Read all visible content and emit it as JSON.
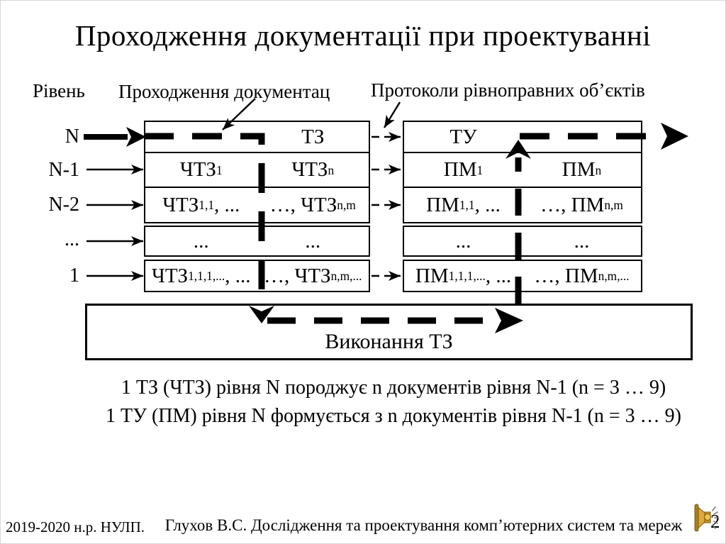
{
  "title": "Проходження документації при проектуванні",
  "labels": {
    "level_axis": "Рівень",
    "doc_flow": "Проходження документац",
    "protocols": "Протоколи рівноправних об’єктів"
  },
  "levels": [
    "N",
    "N-1",
    "N-2",
    "...",
    "1"
  ],
  "left_table": {
    "rows": [
      {
        "cells": [
          [],
          [
            {
              "t": "ТЗ"
            }
          ]
        ]
      },
      {
        "cells": [
          [
            {
              "t": "ЧТЗ"
            },
            {
              "s": "1"
            }
          ],
          [
            {
              "t": "ЧТЗ"
            },
            {
              "s": "n"
            }
          ]
        ]
      },
      {
        "cells": [
          [
            {
              "t": "ЧТЗ"
            },
            {
              "s": "1,1"
            },
            {
              "t": ", ..."
            }
          ],
          [
            {
              "t": "…, "
            },
            {
              "t": "ЧТЗ"
            },
            {
              "s": "n,m"
            }
          ]
        ]
      },
      {
        "cells": [
          [
            {
              "t": "..."
            }
          ],
          [
            {
              "t": "..."
            }
          ]
        ]
      },
      {
        "cells": [
          [
            {
              "t": "ЧТЗ"
            },
            {
              "s": "1,1,1,..."
            },
            {
              "t": ", ..."
            }
          ],
          [
            {
              "t": "…, "
            },
            {
              "t": "ЧТЗ"
            },
            {
              "s": "n,m,..."
            }
          ]
        ]
      }
    ]
  },
  "right_table": {
    "rows": [
      {
        "cells": [
          [
            {
              "t": "ТУ"
            }
          ],
          []
        ]
      },
      {
        "cells": [
          [
            {
              "t": "ПМ"
            },
            {
              "s": "1"
            }
          ],
          [
            {
              "t": "ПМ"
            },
            {
              "s": "n"
            }
          ]
        ]
      },
      {
        "cells": [
          [
            {
              "t": "ПМ"
            },
            {
              "s": "1,1"
            },
            {
              "t": ", ..."
            }
          ],
          [
            {
              "t": "…, "
            },
            {
              "t": "ПМ"
            },
            {
              "s": "n,m"
            }
          ]
        ]
      },
      {
        "cells": [
          [
            {
              "t": "..."
            }
          ],
          [
            {
              "t": "..."
            }
          ]
        ]
      },
      {
        "cells": [
          [
            {
              "t": "ПМ"
            },
            {
              "s": "1,1,1,..."
            },
            {
              "t": ", ..."
            }
          ],
          [
            {
              "t": "…, "
            },
            {
              "t": "ПМ"
            },
            {
              "s": "n,m,..."
            }
          ]
        ]
      }
    ]
  },
  "execution_box_label": "Виконання ТЗ",
  "notes": [
    "1 ТЗ (ЧТЗ) рівня N породжує n документів рівня N-1 (n = 3 … 9)",
    "1 ТУ (ПМ) рівня N формується з n документів рівня N-1 (n = 3 … 9)"
  ],
  "footer": {
    "left": "2019-2020 н.р. НУЛП.",
    "center": "Глухов В.С. Дослідження та проектування комп’ютерних систем та мереж",
    "page": "2"
  },
  "icons": {
    "speaker": "audio-speaker-icon"
  },
  "colors": {
    "ink": "#000000",
    "background": "#ffffff",
    "speaker_gold": "#dca93c",
    "speaker_gold_dark": "#a87d1e",
    "speaker_outline": "#7a5c10"
  }
}
